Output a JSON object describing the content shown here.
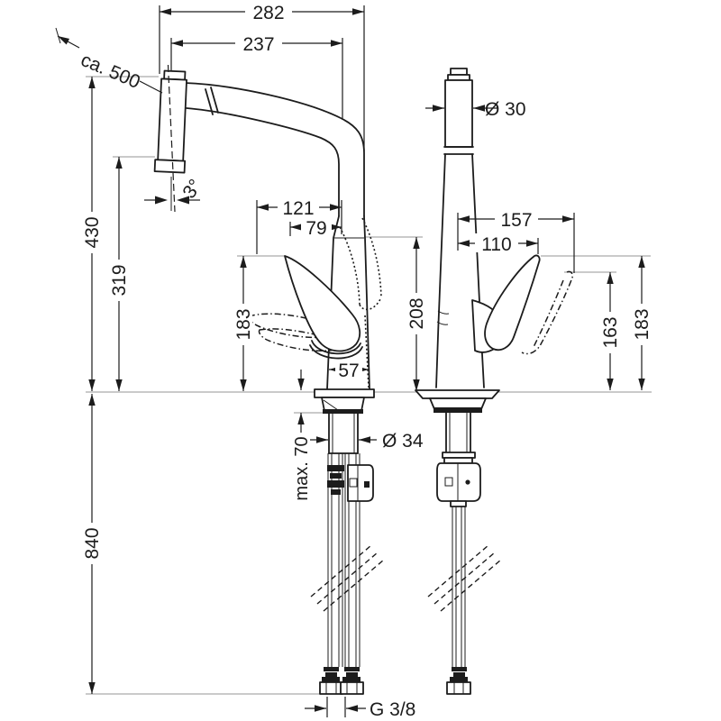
{
  "drawing": {
    "type": "technical-dimension-drawing",
    "subject": "kitchen-faucet-two-views",
    "units_implied": "mm",
    "line_color": "#1c1c1c",
    "ref_line_color": "#949494",
    "labels": {
      "d282": "282",
      "d237": "237",
      "ca500": "ca. 500",
      "d430": "430",
      "d319": "319",
      "angle3": "3°",
      "d121": "121",
      "d79": "79",
      "d183_left": "183",
      "d57": "57",
      "d208": "208",
      "dia30": "Ø 30",
      "d157": "157",
      "d110": "110",
      "d163": "163",
      "d183_right": "183",
      "d840": "840",
      "max70": "max. 70",
      "dia34": "Ø 34",
      "thread": "G 3/8"
    }
  }
}
